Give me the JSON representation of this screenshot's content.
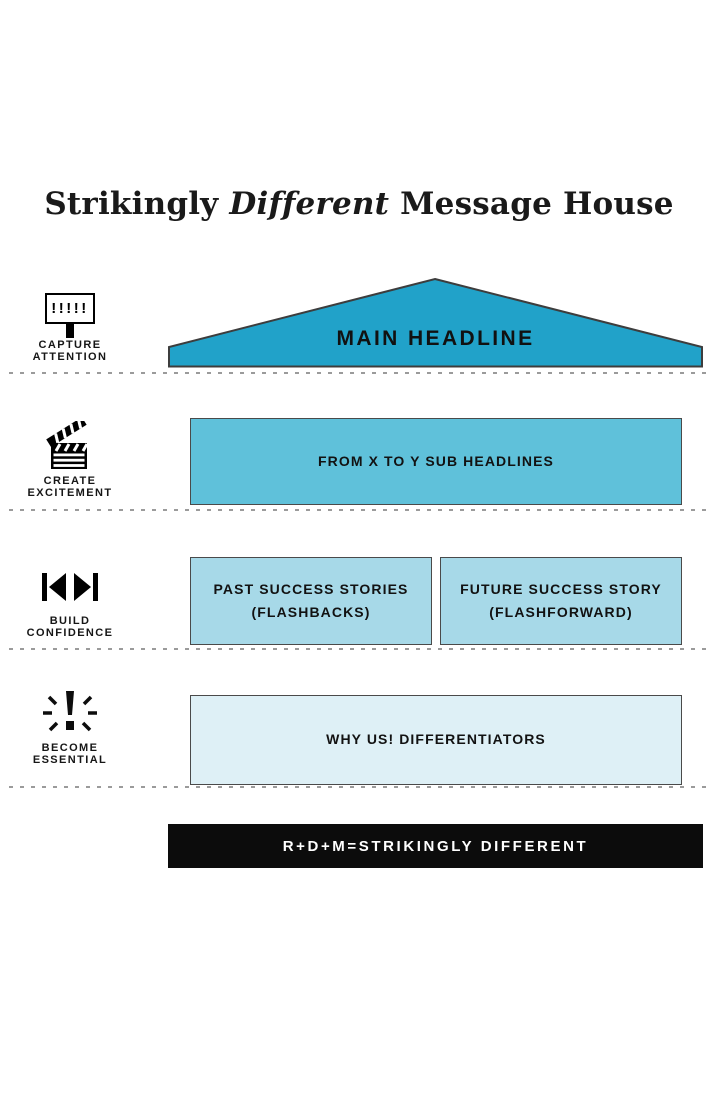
{
  "title": {
    "part1": "Strikingly ",
    "part2_italic": "Different",
    "part3": " Message House"
  },
  "left_rail": [
    {
      "icon": "billboard-exclamations-icon",
      "icon_text": "!!!!!",
      "line1": "CAPTURE",
      "line2": "ATTENTION"
    },
    {
      "icon": "clapperboard-icon",
      "line1": "CREATE",
      "line2": "EXCITEMENT"
    },
    {
      "icon": "skip-back-forward-icon",
      "line1": "BUILD",
      "line2": "CONFIDENCE"
    },
    {
      "icon": "exclamation-burst-icon",
      "line1": "BECOME",
      "line2": "ESSENTIAL"
    }
  ],
  "roof": {
    "label": "MAIN HEADLINE",
    "color": "#21a2c9"
  },
  "boxes": {
    "sub_headlines": {
      "text": "FROM X TO Y SUB HEADLINES",
      "color": "#5fc1da"
    },
    "past_success": {
      "line1": "PAST SUCCESS STORIES",
      "line2": "(FLASHBACKS)",
      "color": "#a7d9e8"
    },
    "future_success": {
      "line1": "FUTURE SUCCESS STORY",
      "line2": "(FLASHFORWARD)",
      "color": "#a7d9e8"
    },
    "why_us": {
      "text": "WHY US! DIFFERENTIATORS",
      "color": "#def0f6"
    }
  },
  "footer": {
    "text": "R+D+M=STRIKINGLY DIFFERENT",
    "background": "#0c0c0c",
    "text_color": "#ffffff"
  },
  "colors": {
    "outline": "#3d3d3d",
    "box_border": "#4a4a4a",
    "dotted_line": "#9b9b9b",
    "text": "#111111",
    "page_background": "#ffffff"
  }
}
